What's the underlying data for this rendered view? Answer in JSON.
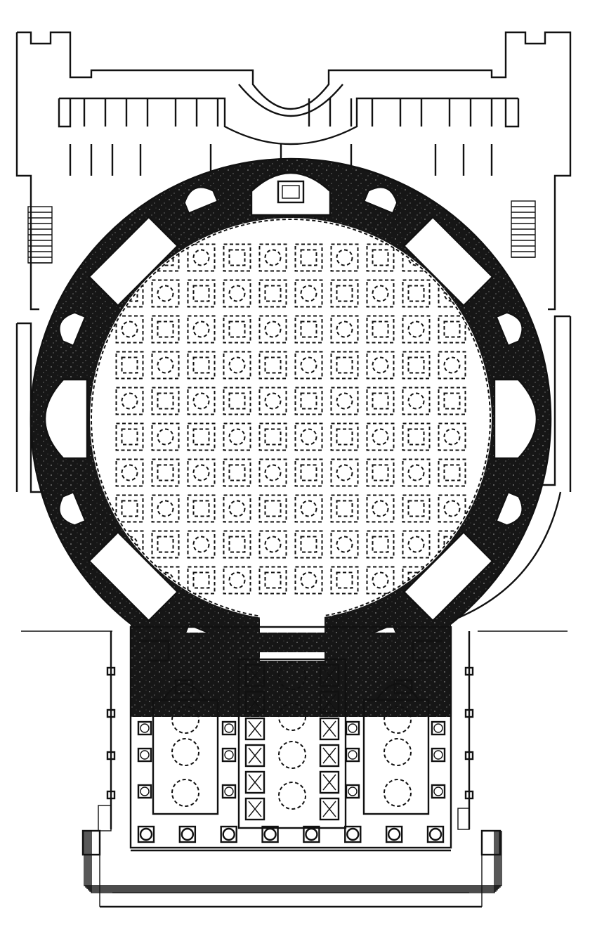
{
  "drawing": {
    "ink_color": "#111111",
    "paper_color": "#ffffff",
    "coffers": {
      "rows": 10,
      "cols": 10
    },
    "portico": {
      "columns_front": 8,
      "inner_rows": 3
    }
  }
}
